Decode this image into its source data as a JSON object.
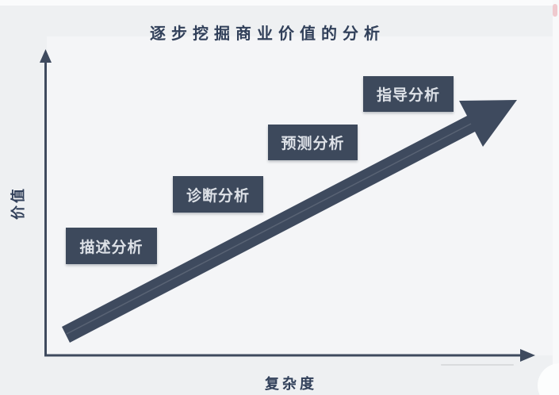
{
  "title": "逐步挖掘商业价值的分析",
  "axes": {
    "y_label": "价值",
    "x_label": "复杂度",
    "axis_color": "#3e4a5e"
  },
  "chart_data": {
    "type": "diagram",
    "title": "逐步挖掘商业价值的分析",
    "xlabel": "复杂度",
    "ylabel": "价值",
    "stages": [
      {
        "label": "描述分析"
      },
      {
        "label": "诊断分析"
      },
      {
        "label": "预测分析"
      },
      {
        "label": "指导分析"
      }
    ],
    "trend": "ascending-arrow-bottom-left-to-top-right"
  },
  "colors": {
    "background": "#eef0f2",
    "box_fill": "#3d495c",
    "box_text": "#dde1e7",
    "arrow": "#3e4a5e",
    "title_text": "#31405a"
  }
}
